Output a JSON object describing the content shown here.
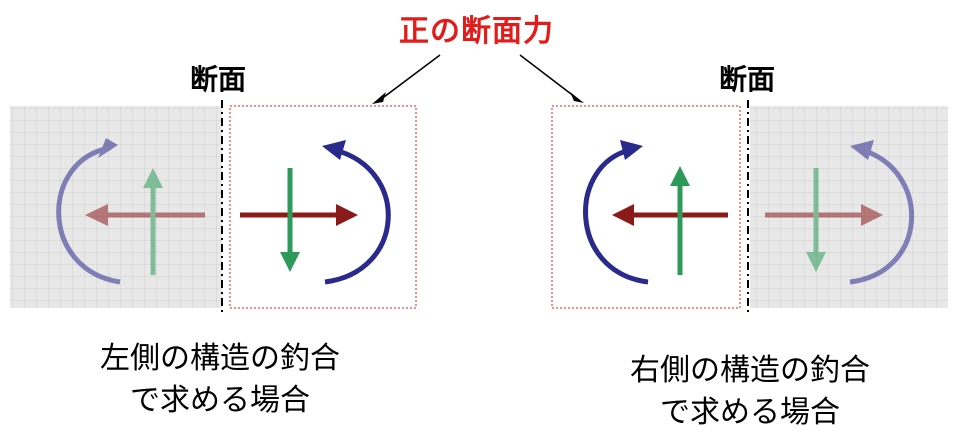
{
  "title": "正の断面力",
  "section_label_left": "断面",
  "section_label_right": "断面",
  "caption_left": {
    "line1": "左側の構造の釣合",
    "line2": "で求める場合"
  },
  "caption_right": {
    "line1": "右側の構造の釣合",
    "line2": "で求める場合"
  },
  "colors": {
    "title": "#e31b1b",
    "axial_arrow": "#8b1a1a",
    "shear_arrow": "#2e9a5a",
    "moment_arrow": "#2a2a8c",
    "grid_bg": "#e8e8e8",
    "box_border": "#e31b1b"
  }
}
